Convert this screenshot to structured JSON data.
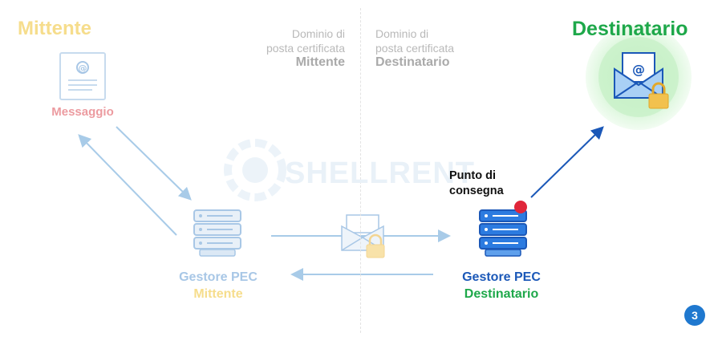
{
  "sender": {
    "title": "Mittente",
    "message_label": "Messaggio"
  },
  "recipient": {
    "title": "Destinatario"
  },
  "domains": {
    "sender": {
      "line1": "Dominio di",
      "line2": "posta certificata",
      "name": "Mittente"
    },
    "recipient": {
      "line1": "Dominio di",
      "line2": "posta certificata",
      "name": "Destinatario"
    }
  },
  "watermark": "SHELLRENT",
  "servers": {
    "sender": {
      "line1": "Gestore PEC",
      "line2": "Mittente"
    },
    "recipient": {
      "line1": "Gestore PEC",
      "line2": "Destinatario"
    }
  },
  "delivery_point": {
    "line1": "Punto di",
    "line2": "consegna"
  },
  "step_number": "3",
  "colors": {
    "sender_accent": "#f6dd8c",
    "recipient_accent": "#1ea84a",
    "server_blue": "#1b58b8",
    "faded_blue": "#a8c7e6",
    "message_pink": "#ec9ba0",
    "delivery_marker": "#e0263a",
    "lock_gold": "#f2c14e"
  }
}
